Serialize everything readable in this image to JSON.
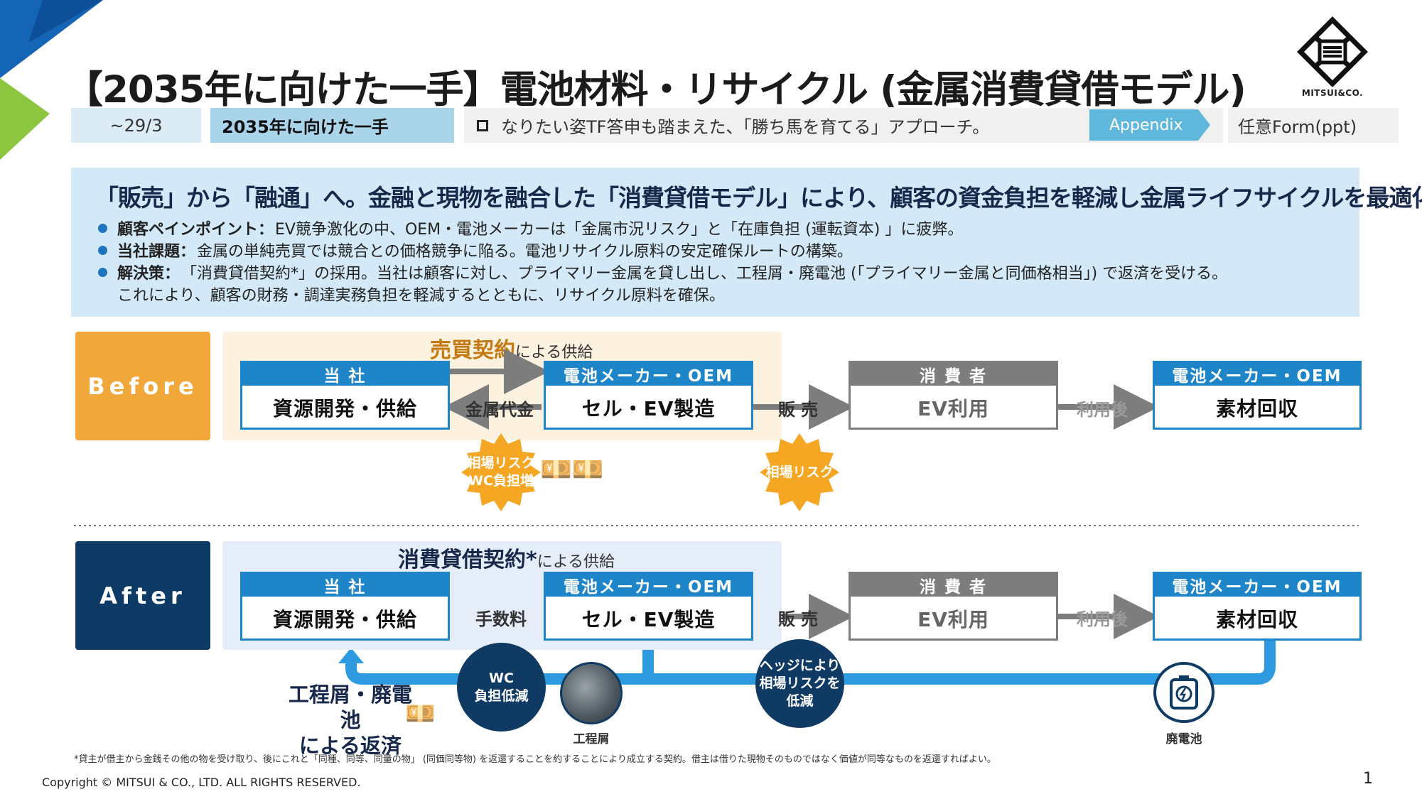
{
  "header": {
    "title": "【2035年に向けた一手】電池材料・リサイクル (金属消費貸借モデル)",
    "period": "~29/3",
    "category": "2035年に向けた一手",
    "approach": "なりたい姿TF答申も踏まえた、「勝ち馬を育てる」アプローチ。",
    "appendix_label": "Appendix",
    "form_label": "任意Form(ppt)",
    "logo_text": "MITSUI&CO.",
    "colors": {
      "brand_blue": "#1e86c8",
      "navy": "#0f3a63",
      "orange": "#f2a73b",
      "light_blue": "#d3e9f7"
    }
  },
  "summary": {
    "headline": "「販売」から「融通」へ。金融と現物を融合した「消費貸借モデル」により、顧客の資金負担を軽減し金属ライフサイクルを最適化。",
    "bullets": [
      {
        "label": "顧客ペインポイント：",
        "text": "EV競争激化の中、OEM・電池メーカーは「金属市況リスク」と「在庫負担 (運転資本) 」に疲弊。"
      },
      {
        "label": "当社課題：",
        "text": "金属の単純売買では競合との価格競争に陥る。電池リサイクル原料の安定確保ルートの構築。"
      },
      {
        "label": "解決策：",
        "text": "「消費貸借契約*」の採用。当社は顧客に対し、プライマリー金属を貸し出し、工程屑・廃電池 (「プライマリー金属と同価格相当」) で返済を受ける。"
      }
    ],
    "continuation": "これにより、顧客の財務・調達実務負担を軽減するとともに、リサイクル原料を確保。"
  },
  "before": {
    "tag": "Before",
    "contract_main": "売買契約",
    "contract_suffix": "による供給",
    "boxes": [
      {
        "header": "当 社",
        "body": "資源開発・供給"
      },
      {
        "header": "電池メーカー・OEM",
        "body": "セル・EV製造"
      },
      {
        "header": "消 費 者",
        "body": "EV利用"
      },
      {
        "header": "電池メーカー・OEM",
        "body": "素材回収"
      }
    ],
    "arrows": [
      "金属代金",
      "販 売",
      "利用後"
    ],
    "risk1_line1": "相場リスク",
    "risk1_line2": "WC負担増",
    "risk2": "相場リスク"
  },
  "after": {
    "tag": "After",
    "contract_main": "消費貸借契約*",
    "contract_suffix": "による供給",
    "boxes": [
      {
        "header": "当 社",
        "body": "資源開発・供給"
      },
      {
        "header": "電池メーカー・OEM",
        "body": "セル・EV製造"
      },
      {
        "header": "消 費 者",
        "body": "EV利用"
      },
      {
        "header": "電池メーカー・OEM",
        "body": "素材回収"
      }
    ],
    "arrows": [
      "手数料",
      "販 売",
      "利用後"
    ],
    "wc_line1": "WC",
    "wc_line2": "負担低減",
    "hedge_line1": "ヘッジにより",
    "hedge_line2": "相場リスクを",
    "hedge_line3": "低減",
    "scrap_label": "工程屑",
    "battery_label": "廃電池",
    "return_line1": "工程屑・廃電池",
    "return_line2": "による返済"
  },
  "footer": {
    "footnote": "*貸主が借主から金銭その他の物を受け取り、後にこれと「同種、同等、同量の物」 (同価同等物) を返還することを約することにより成立する契約。借主は借りた現物そのものではなく価値が同等なものを返還すればよい。",
    "copyright": "Copyright © MITSUI & CO., LTD. ALL RIGHTS RESERVED.",
    "page_number": "1"
  }
}
